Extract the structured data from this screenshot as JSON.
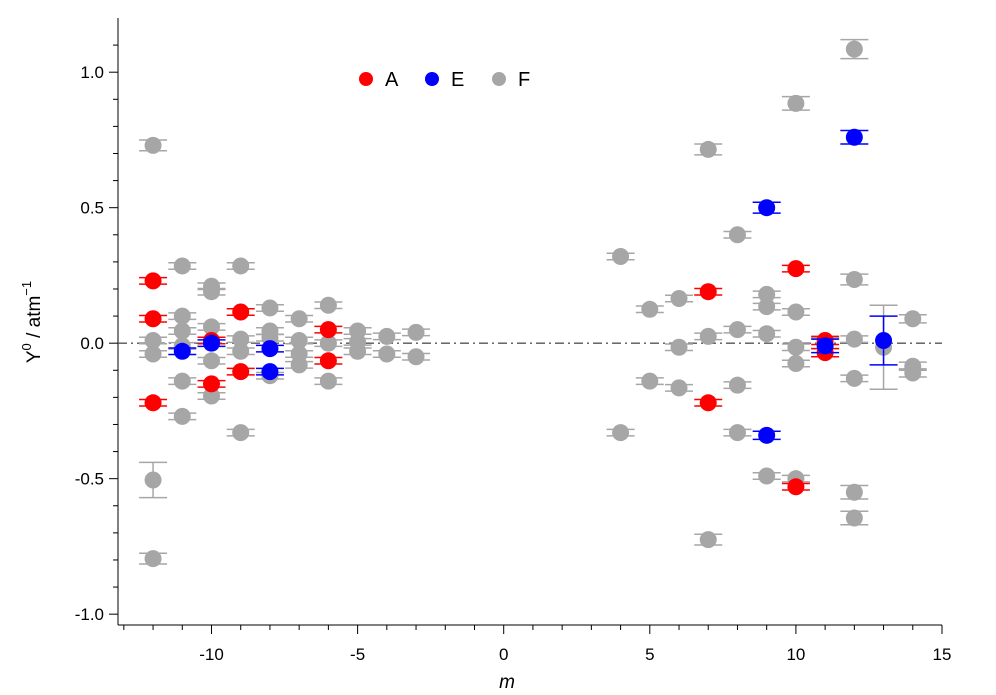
{
  "chart_data": {
    "type": "scatter",
    "xlabel": "m",
    "ylabel": {
      "main": "Y",
      "sup": "0",
      "mid": " / atm",
      "unit_sup": "−1"
    },
    "xlim": [
      -13.2,
      15.0
    ],
    "ylim": [
      -1.04,
      1.2
    ],
    "xticks": [
      {
        "value": -10,
        "label": "-10"
      },
      {
        "value": -5,
        "label": "-5"
      },
      {
        "value": 0,
        "label": "0"
      },
      {
        "value": 5,
        "label": "5"
      },
      {
        "value": 10,
        "label": "10"
      },
      {
        "value": 15,
        "label": "15"
      }
    ],
    "yticks": [
      {
        "value": -1.0,
        "label": "-1.0"
      },
      {
        "value": -0.5,
        "label": "-0.5"
      },
      {
        "value": 0.0,
        "label": "0.0"
      },
      {
        "value": 0.5,
        "label": "0.5"
      },
      {
        "value": 1.0,
        "label": "1.0"
      }
    ],
    "reference_line": {
      "y": 0,
      "style": "dash-dot",
      "color": "#555555"
    },
    "grid": false,
    "legend": {
      "position": "top-center",
      "orientation": "horizontal"
    },
    "series": [
      {
        "name": "A",
        "color": "#ff0000",
        "points": [
          {
            "x": -12,
            "y": 0.23,
            "err": 0.012
          },
          {
            "x": -12,
            "y": 0.09,
            "err": 0.012
          },
          {
            "x": -12,
            "y": -0.22,
            "err": 0.012
          },
          {
            "x": -10,
            "y": 0.01,
            "err": 0.012
          },
          {
            "x": -10,
            "y": -0.15,
            "err": 0.012
          },
          {
            "x": -9,
            "y": 0.115,
            "err": 0.012
          },
          {
            "x": -9,
            "y": -0.105,
            "err": 0.012
          },
          {
            "x": -6,
            "y": 0.05,
            "err": 0.012
          },
          {
            "x": -6,
            "y": -0.065,
            "err": 0.012
          },
          {
            "x": 7,
            "y": 0.19,
            "err": 0.012
          },
          {
            "x": 7,
            "y": -0.22,
            "err": 0.012
          },
          {
            "x": 10,
            "y": 0.275,
            "err": 0.012
          },
          {
            "x": 10,
            "y": -0.53,
            "err": 0.012
          },
          {
            "x": 11,
            "y": 0.01,
            "err": 0.015
          },
          {
            "x": 11,
            "y": -0.035,
            "err": 0.015
          }
        ]
      },
      {
        "name": "E",
        "color": "#0000ff",
        "points": [
          {
            "x": -11,
            "y": -0.03,
            "err": 0.012
          },
          {
            "x": -10,
            "y": 0.0,
            "err": 0.012
          },
          {
            "x": -8,
            "y": -0.02,
            "err": 0.012
          },
          {
            "x": -8,
            "y": -0.105,
            "err": 0.012
          },
          {
            "x": 9,
            "y": 0.5,
            "err": 0.02
          },
          {
            "x": 9,
            "y": -0.34,
            "err": 0.015
          },
          {
            "x": 11,
            "y": -0.01,
            "err": 0.025
          },
          {
            "x": 12,
            "y": 0.76,
            "err": 0.025
          },
          {
            "x": 13,
            "y": 0.01,
            "err": 0.09
          }
        ]
      },
      {
        "name": "F",
        "color": "#a6a6a6",
        "points": [
          {
            "x": -12,
            "y": 0.73,
            "err": 0.02
          },
          {
            "x": -12,
            "y": 0.01,
            "err": 0.012
          },
          {
            "x": -12,
            "y": -0.04,
            "err": 0.012
          },
          {
            "x": -12,
            "y": -0.505,
            "err": 0.065
          },
          {
            "x": -12,
            "y": -0.795,
            "err": 0.02
          },
          {
            "x": -11,
            "y": 0.285,
            "err": 0.012
          },
          {
            "x": -11,
            "y": 0.1,
            "err": 0.012
          },
          {
            "x": -11,
            "y": 0.045,
            "err": 0.012
          },
          {
            "x": -11,
            "y": -0.01,
            "err": 0.012
          },
          {
            "x": -11,
            "y": -0.14,
            "err": 0.012
          },
          {
            "x": -11,
            "y": -0.27,
            "err": 0.012
          },
          {
            "x": -10,
            "y": 0.21,
            "err": 0.012
          },
          {
            "x": -10,
            "y": 0.19,
            "err": 0.012
          },
          {
            "x": -10,
            "y": 0.06,
            "err": 0.012
          },
          {
            "x": -10,
            "y": -0.065,
            "err": 0.012
          },
          {
            "x": -10,
            "y": -0.195,
            "err": 0.012
          },
          {
            "x": -9,
            "y": 0.285,
            "err": 0.012
          },
          {
            "x": -9,
            "y": 0.015,
            "err": 0.012
          },
          {
            "x": -9,
            "y": -0.03,
            "err": 0.012
          },
          {
            "x": -9,
            "y": -0.33,
            "err": 0.012
          },
          {
            "x": -8,
            "y": 0.13,
            "err": 0.012
          },
          {
            "x": -8,
            "y": 0.045,
            "err": 0.012
          },
          {
            "x": -8,
            "y": 0.02,
            "err": 0.012
          },
          {
            "x": -8,
            "y": -0.12,
            "err": 0.012
          },
          {
            "x": -7,
            "y": 0.09,
            "err": 0.012
          },
          {
            "x": -7,
            "y": 0.01,
            "err": 0.012
          },
          {
            "x": -7,
            "y": -0.04,
            "err": 0.012
          },
          {
            "x": -7,
            "y": -0.08,
            "err": 0.012
          },
          {
            "x": -6,
            "y": 0.14,
            "err": 0.012
          },
          {
            "x": -6,
            "y": 0.0,
            "err": 0.012
          },
          {
            "x": -6,
            "y": -0.14,
            "err": 0.012
          },
          {
            "x": -5,
            "y": 0.045,
            "err": 0.012
          },
          {
            "x": -5,
            "y": 0.005,
            "err": 0.012
          },
          {
            "x": -5,
            "y": -0.03,
            "err": 0.012
          },
          {
            "x": -4,
            "y": 0.025,
            "err": 0.012
          },
          {
            "x": -4,
            "y": -0.04,
            "err": 0.012
          },
          {
            "x": -3,
            "y": 0.04,
            "err": 0.012
          },
          {
            "x": -3,
            "y": -0.05,
            "err": 0.012
          },
          {
            "x": 4,
            "y": 0.32,
            "err": 0.012
          },
          {
            "x": 4,
            "y": -0.33,
            "err": 0.012
          },
          {
            "x": 5,
            "y": 0.125,
            "err": 0.012
          },
          {
            "x": 5,
            "y": -0.14,
            "err": 0.012
          },
          {
            "x": 6,
            "y": 0.165,
            "err": 0.012
          },
          {
            "x": 6,
            "y": -0.015,
            "err": 0.012
          },
          {
            "x": 6,
            "y": -0.165,
            "err": 0.012
          },
          {
            "x": 7,
            "y": 0.715,
            "err": 0.02
          },
          {
            "x": 7,
            "y": 0.025,
            "err": 0.012
          },
          {
            "x": 7,
            "y": -0.725,
            "err": 0.02
          },
          {
            "x": 8,
            "y": 0.4,
            "err": 0.012
          },
          {
            "x": 8,
            "y": 0.05,
            "err": 0.012
          },
          {
            "x": 8,
            "y": -0.155,
            "err": 0.012
          },
          {
            "x": 8,
            "y": -0.33,
            "err": 0.012
          },
          {
            "x": 9,
            "y": 0.18,
            "err": 0.012
          },
          {
            "x": 9,
            "y": 0.135,
            "err": 0.012
          },
          {
            "x": 9,
            "y": 0.035,
            "err": 0.012
          },
          {
            "x": 9,
            "y": -0.49,
            "err": 0.012
          },
          {
            "x": 10,
            "y": 0.885,
            "err": 0.025
          },
          {
            "x": 10,
            "y": 0.115,
            "err": 0.012
          },
          {
            "x": 10,
            "y": -0.015,
            "err": 0.012
          },
          {
            "x": 10,
            "y": -0.075,
            "err": 0.012
          },
          {
            "x": 10,
            "y": -0.5,
            "err": 0.012
          },
          {
            "x": 11,
            "y": 0.0,
            "err": 0.02
          },
          {
            "x": 12,
            "y": 1.085,
            "err": 0.035
          },
          {
            "x": 12,
            "y": 0.235,
            "err": 0.02
          },
          {
            "x": 12,
            "y": 0.015,
            "err": 0.012
          },
          {
            "x": 12,
            "y": -0.13,
            "err": 0.012
          },
          {
            "x": 12,
            "y": -0.55,
            "err": 0.025
          },
          {
            "x": 12,
            "y": -0.645,
            "err": 0.025
          },
          {
            "x": 13,
            "y": -0.015,
            "err": 0.155
          },
          {
            "x": 14,
            "y": 0.09,
            "err": 0.015
          },
          {
            "x": 14,
            "y": -0.085,
            "err": 0.015
          },
          {
            "x": 14,
            "y": -0.11,
            "err": 0.015
          }
        ]
      }
    ]
  }
}
